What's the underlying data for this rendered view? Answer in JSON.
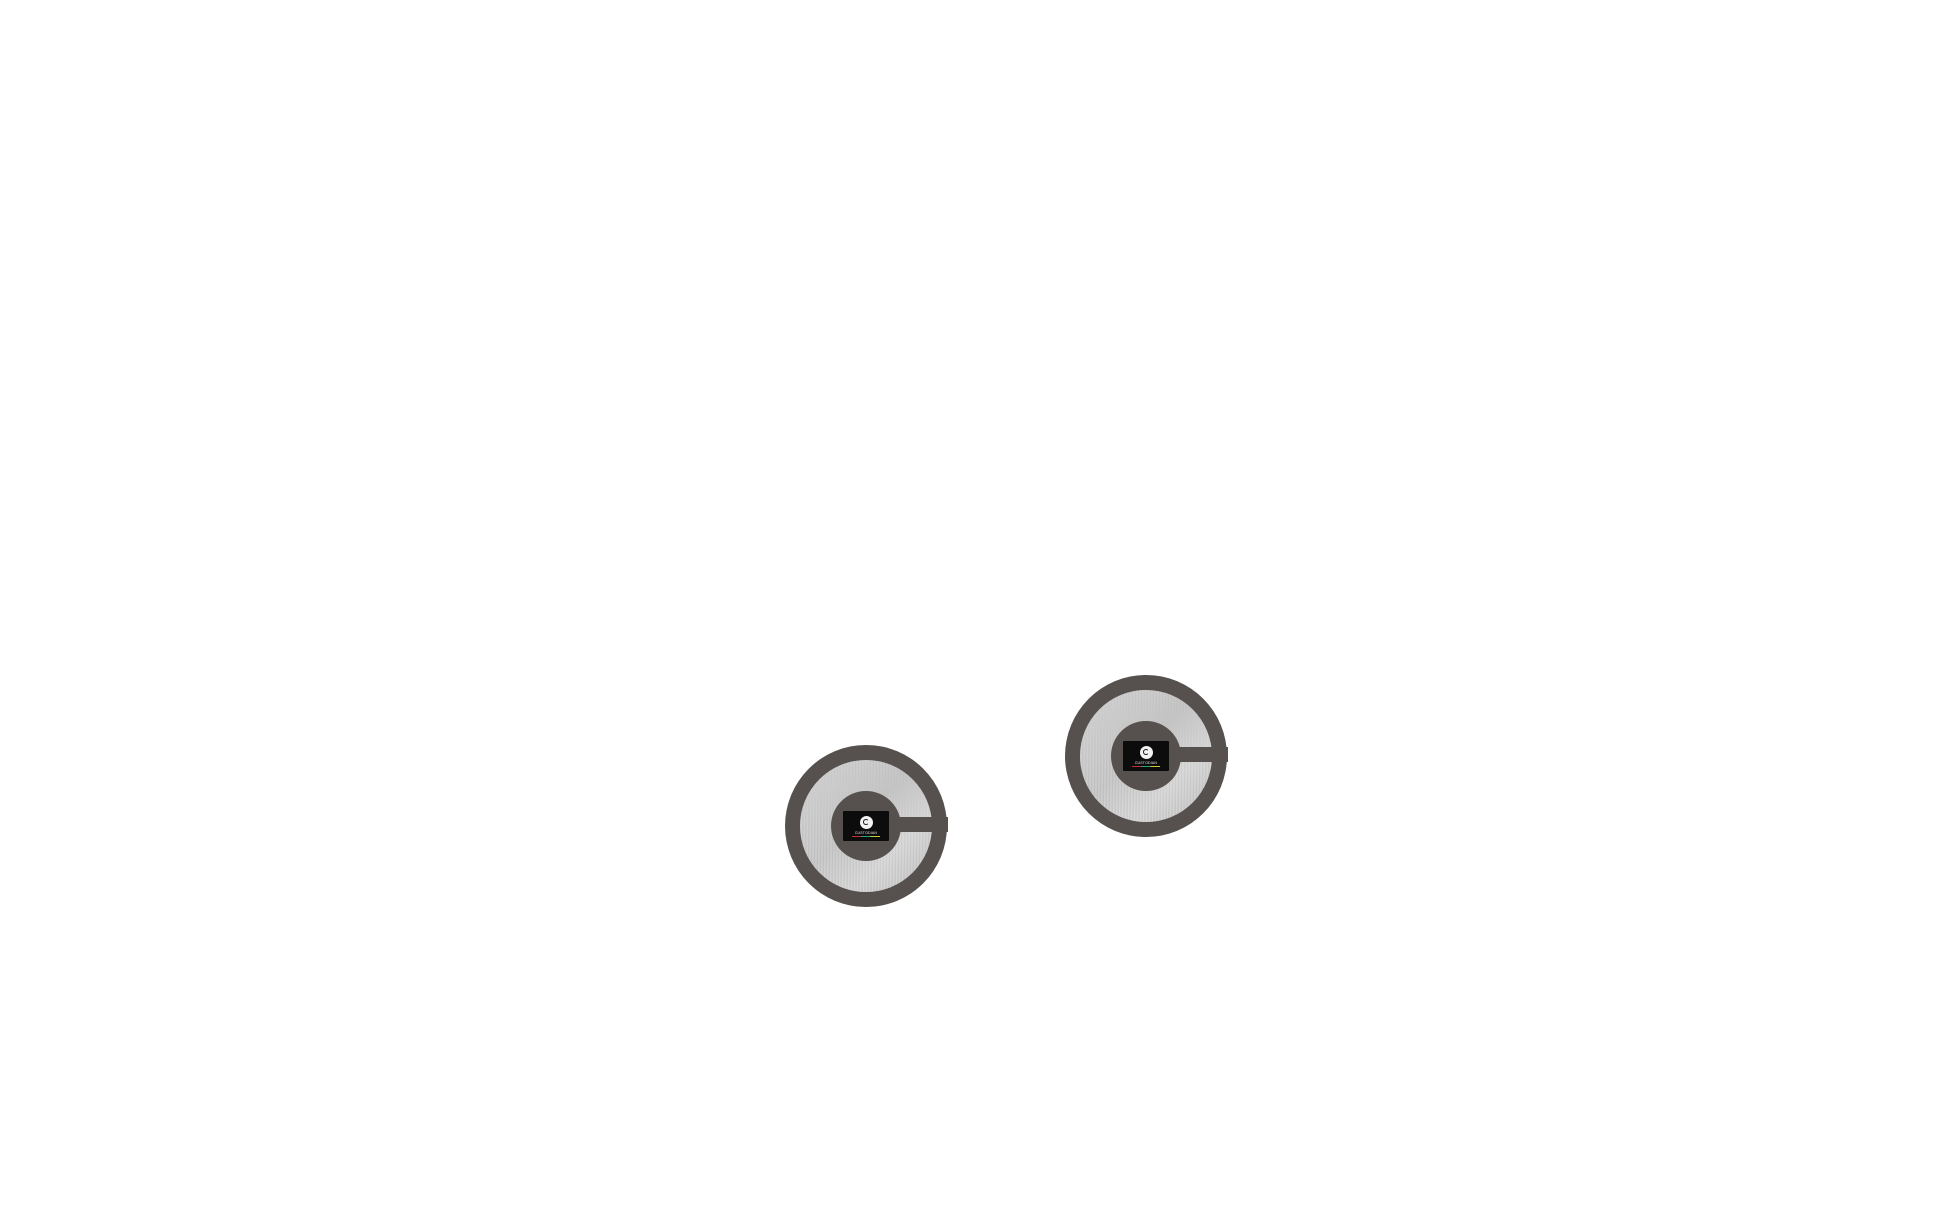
{
  "products": [
    {
      "name": "coaster-left",
      "brand_text": "CUSTODIAN",
      "colors": {
        "ring": "#56514e",
        "metal_light": "#d6d6d6",
        "metal_dark": "#a9a9a9",
        "label_bg": "#0c0c0c"
      }
    },
    {
      "name": "coaster-right",
      "brand_text": "CUSTODIAN",
      "colors": {
        "ring": "#56514e",
        "metal_light": "#d6d6d6",
        "metal_dark": "#a9a9a9",
        "label_bg": "#0c0c0c"
      }
    }
  ]
}
